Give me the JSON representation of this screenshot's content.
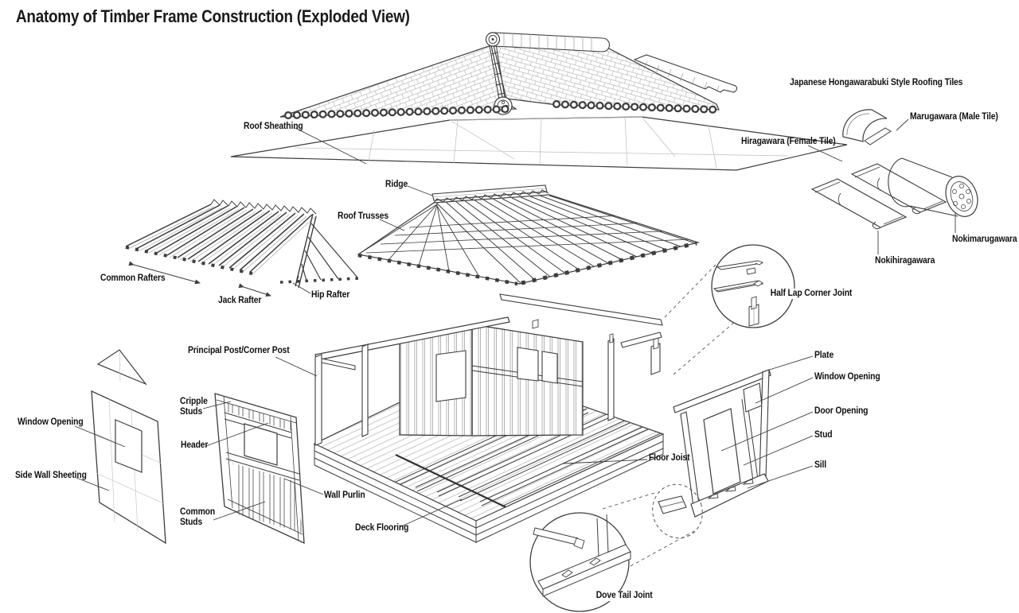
{
  "title": "Anatomy of Timber Frame Construction (Exploded View)",
  "colors": {
    "line": "#3d3d3d",
    "light_line": "#b5b5b5",
    "text": "#111111",
    "background": "#ffffff"
  },
  "roof": {
    "sheathing_label": "Roof Sheathing",
    "ridge_label": "Ridge",
    "trusses_label": "Roof Trusses"
  },
  "rafters": {
    "common_label": "Common Rafters",
    "jack_label": "Jack Rafter",
    "hip_label": "Hip Rafter"
  },
  "tiles": {
    "heading": "Japanese Hongawarabuki Style Roofing Tiles",
    "marugawara_label": "Marugawara (Male Tile)",
    "hiragawara_label": "Hiragawara (Female Tile)",
    "nokimarugawara_label": "Nokimarugawara",
    "nokihiragawara_label": "Nokihiragawara"
  },
  "frame": {
    "principal_post_label": "Principal Post/Corner Post",
    "floor_joist_label": "Floor Joist",
    "deck_flooring_label": "Deck Flooring",
    "wall_purlin_label": "Wall Purlin"
  },
  "window_wall": {
    "cripple_studs_label": "Cripple Studs",
    "header_label": "Header",
    "common_studs_label": "Common Studs"
  },
  "sheeting": {
    "window_opening_label": "Window Opening",
    "side_wall_label": "Side Wall Sheeting"
  },
  "door_wall": {
    "plate_label": "Plate",
    "window_opening_label": "Window Opening",
    "door_opening_label": "Door Opening",
    "stud_label": "Stud",
    "sill_label": "Sill"
  },
  "joints": {
    "half_lap_label": "Half Lap Corner Joint",
    "dove_tail_label": "Dove Tail Joint"
  }
}
